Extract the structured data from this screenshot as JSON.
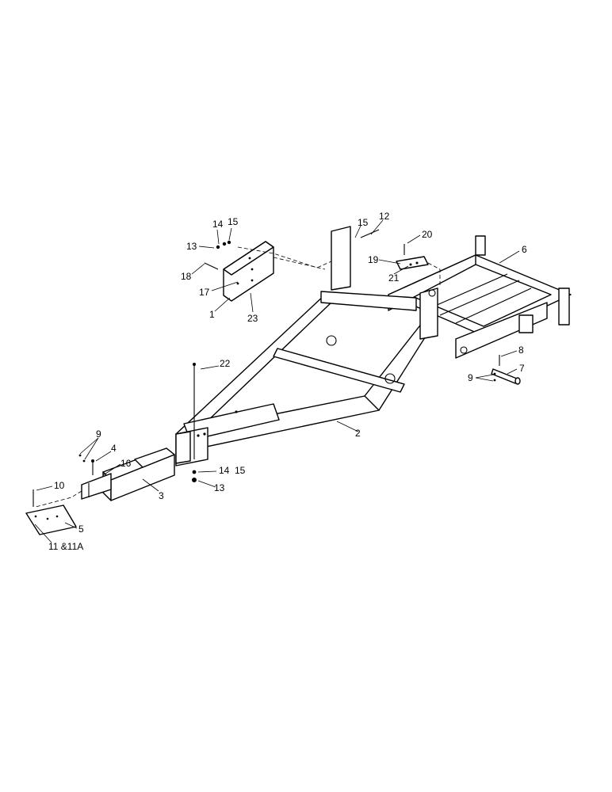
{
  "diagram": {
    "callouts": {
      "c1": "1",
      "c2": "2",
      "c3": "3",
      "c4": "4",
      "c5": "5",
      "c6": "6",
      "c7": "7",
      "c8": "8",
      "c9_left": "9",
      "c9_right": "9",
      "c10": "10",
      "c11": "11 &11A",
      "c12": "12",
      "c13_top": "13",
      "c13_bottom": "13",
      "c14_top": "14",
      "c14_bottom": "14",
      "c15_top": "15",
      "c15_mid": "15",
      "c15_bottom": "15",
      "c16": "16",
      "c17": "17",
      "c18": "18",
      "c19": "19",
      "c20": "20",
      "c21": "21",
      "c22": "22",
      "c23": "23"
    }
  }
}
